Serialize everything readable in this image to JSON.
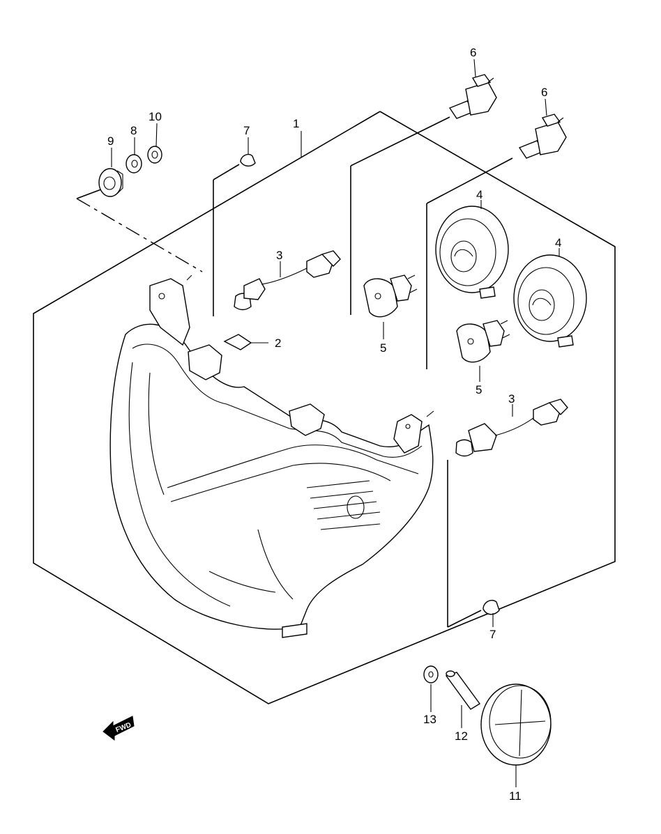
{
  "callouts": {
    "c1": "1",
    "c2": "2",
    "c3a": "3",
    "c3b": "3",
    "c4a": "4",
    "c4b": "4",
    "c5a": "5",
    "c5b": "5",
    "c6a": "6",
    "c6b": "6",
    "c7a": "7",
    "c7b": "7",
    "c8": "8",
    "c9": "9",
    "c10": "10",
    "c11": "11",
    "c12": "12",
    "c13": "13"
  },
  "fwd_arrow": {
    "label": "FWD"
  }
}
